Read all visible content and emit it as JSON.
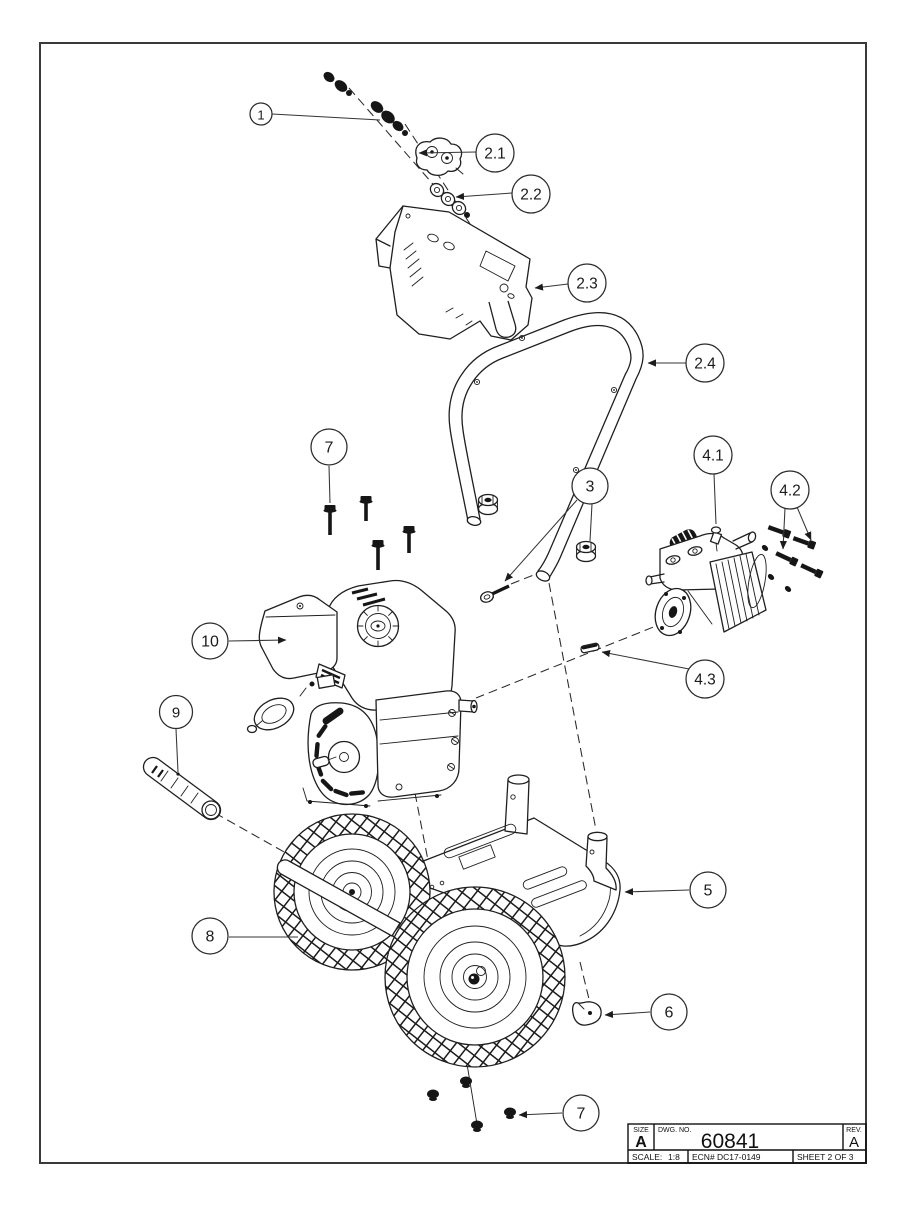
{
  "sheet": {
    "background": "#ffffff",
    "line_color": "#1f1f1f",
    "accent_fill": "#161616"
  },
  "balloons": [
    {
      "ref": "1"
    },
    {
      "ref": "2.1"
    },
    {
      "ref": "2.2"
    },
    {
      "ref": "2.3"
    },
    {
      "ref": "2.4"
    },
    {
      "ref": "7"
    },
    {
      "ref": "3"
    },
    {
      "ref": "4.1"
    },
    {
      "ref": "4.2"
    },
    {
      "ref": "4.3"
    },
    {
      "ref": "10"
    },
    {
      "ref": "9"
    },
    {
      "ref": "5"
    },
    {
      "ref": "8"
    },
    {
      "ref": "6"
    },
    {
      "ref": "7"
    }
  ],
  "title_block": {
    "size_label": "SIZE",
    "size_value": "A",
    "dwg_label": "DWG.  NO.",
    "dwg_value": "60841",
    "rev_label": "REV.",
    "rev_value": "A",
    "scale_label": "SCALE:",
    "scale_value": "1:8",
    "ecn_text": "ECN# DC17-0149",
    "sheet_text": "SHEET 2 OF 3"
  }
}
